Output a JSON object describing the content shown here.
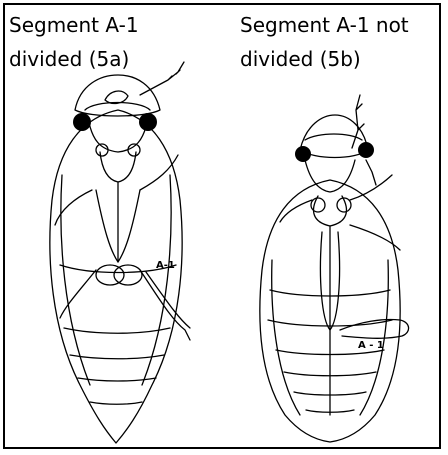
{
  "captions": {
    "left": [
      "Segment A-1",
      "divided (5a)"
    ],
    "right": [
      "Segment A-1 not",
      "divided (5b)"
    ]
  },
  "labels": {
    "left_segment": "A-1",
    "right_segment": "A - 1"
  },
  "colors": {
    "border": "#000000",
    "ink": "#000000",
    "background": "#ffffff"
  }
}
